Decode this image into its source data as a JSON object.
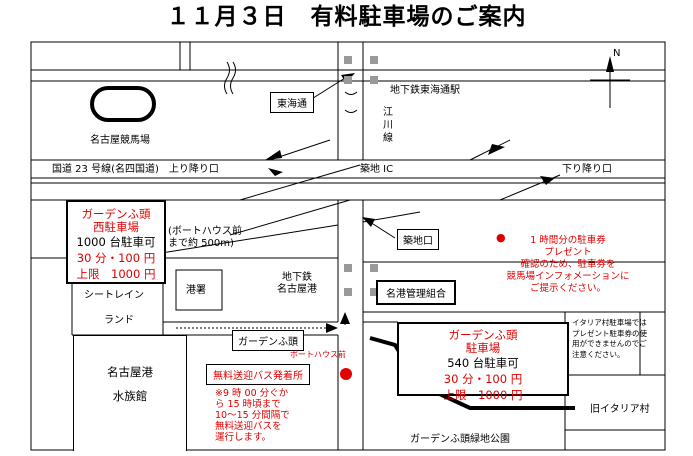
{
  "title": "１１月３日　有料駐車場のご案内",
  "compass": {
    "north": "N"
  },
  "landmarks": {
    "racecourse": "名古屋競馬場",
    "subway_tokaido_station": "地下鉄東海通駅",
    "tokaido": "東海通",
    "egawa_line": "江\n川\n線",
    "route23": "国道 23 号線(名四国道)　上り降り口",
    "tsukiji_ic": "築地 IC",
    "down_exit": "下り降り口",
    "tsukijiguchi": "築地口",
    "boathouse_distance": "(ボートハウス前\nまで約 500m)",
    "subway_nagoyako": "地下鉄\n名古屋港",
    "police": "港署",
    "port_assoc": "名港管理組合",
    "seatrain": "シートレイン",
    "land": "ランド",
    "garden_futo": "ガーデンふ頭",
    "boathouse_front": "ボートハウス前",
    "shuttle_stop": "無料送迎バス発着所",
    "aquarium": "名古屋港\n\n水族館",
    "green_park": "ガーデンふ頭緑地公園",
    "old_italy_village": "旧イタリア村"
  },
  "parking_west": {
    "name": "ガーデンふ頭\n西駐車場",
    "capacity": "1000 台駐車可",
    "rate": "30 分・100 円",
    "limit": "上限　1000 円"
  },
  "parking_main": {
    "name": "ガーデンふ頭\n駐車場",
    "capacity": "540 台駐車可",
    "rate": "30 分・100 円",
    "limit": "上限　1000 円"
  },
  "present_note": {
    "bullet": "●",
    "text": "1 時間分の駐車券\nプレゼント\n確認のため、駐車券を\n競馬場インフォメーションに\nご提示ください。"
  },
  "shuttle_note": "※9 時 00 分ぐか\nら 15 時頃まで\n10～15 分間隔で\n無料送迎バスを\n運行します。",
  "italy_note": "イタリア村駐車場では\nプレゼント駐車券の使\n用ができませんのでご\n注意ください。",
  "colors": {
    "accent_red": "#e00000",
    "signal_gray": "#999999"
  }
}
